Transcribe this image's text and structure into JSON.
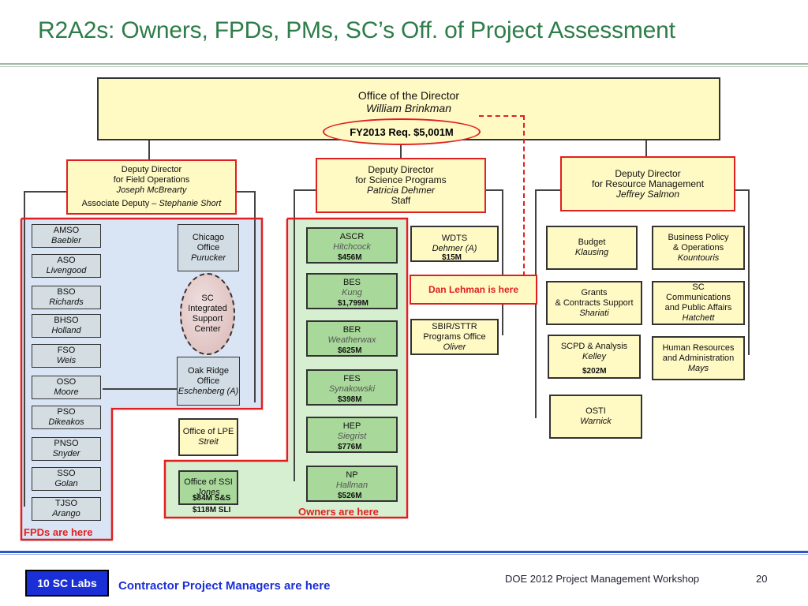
{
  "slide": {
    "title": "R2A2s: Owners, FPDs, PMs, SC’s Off. of Project Assessment",
    "footer": "DOE 2012 Project Management Workshop",
    "page": "20"
  },
  "director": {
    "title": "Office of the Director",
    "name": "William Brinkman",
    "budget": "FY2013 Req. $5,001M"
  },
  "deputies": {
    "field": {
      "line1": "Deputy Director",
      "line2": "for Field Operations",
      "name": "Joseph McBrearty",
      "assoc_label": "Associate Deputy – ",
      "assoc_name": "Stephanie Short"
    },
    "science": {
      "line1": "Deputy Director",
      "line2": "for Science Programs",
      "name": "Patricia Dehmer",
      "staff": "Staff"
    },
    "resource": {
      "line1": "Deputy Director",
      "line2": "for Resource Management",
      "name": "Jeffrey Salmon"
    }
  },
  "site_offices": [
    {
      "name": "AMSO",
      "person": "Baebler"
    },
    {
      "name": "ASO",
      "person": "Livengood"
    },
    {
      "name": "BSO",
      "person": "Richards"
    },
    {
      "name": "BHSO",
      "person": "Holland"
    },
    {
      "name": "FSO",
      "person": "Weis"
    },
    {
      "name": "OSO",
      "person": "Moore"
    },
    {
      "name": "PSO",
      "person": "Dikeakos"
    },
    {
      "name": "PNSO",
      "person": "Snyder"
    },
    {
      "name": "SSO",
      "person": "Golan"
    },
    {
      "name": "TJSO",
      "person": "Arango"
    }
  ],
  "field_other": {
    "chicago": {
      "line1": "Chicago",
      "line2": "Office",
      "person": "Purucker"
    },
    "sc_isc": {
      "line1": "SC",
      "line2": "Integrated",
      "line3": "Support",
      "line4": "Center"
    },
    "oak_ridge": {
      "line1": "Oak Ridge",
      "line2": "Office",
      "person": "Eschenberg (A)"
    },
    "lpe": {
      "line1": "Office of LPE",
      "person": "Streit"
    },
    "ssi": {
      "line1": "Office of SSI",
      "person": "Jones",
      "amt1": "$84M S&S",
      "amt2": "$118M SLI"
    }
  },
  "programs": [
    {
      "name": "ASCR",
      "person": "Hitchcock",
      "amount": "$456M"
    },
    {
      "name": "BES",
      "person": "Kung",
      "amount": "$1,799M"
    },
    {
      "name": "BER",
      "person": "Weatherwax",
      "amount": "$625M"
    },
    {
      "name": "FES",
      "person": "Synakowski",
      "amount": "$398M"
    },
    {
      "name": "HEP",
      "person": "Siegrist",
      "amount": "$776M"
    },
    {
      "name": "NP",
      "person": "Hallman",
      "amount": "$526M"
    }
  ],
  "science_other": {
    "wdts": {
      "name": "WDTS",
      "person": "Dehmer (A)",
      "amount": "$15M"
    },
    "sbir": {
      "line1": "SBIR/STTR",
      "line2": "Programs Office",
      "person": "Oliver"
    }
  },
  "resource_offices": {
    "budget": {
      "line1": "Budget",
      "person": "Klausing"
    },
    "business": {
      "line1": "Business Policy",
      "line2": "& Operations",
      "person": "Kountouris"
    },
    "grants": {
      "line1": "Grants",
      "line2": "& Contracts Support",
      "person": "Shariati"
    },
    "sc_comm": {
      "line1": "SC",
      "line2": "Communications",
      "line3": "and Public Affairs",
      "person": "Hatchett"
    },
    "scpd": {
      "line1": "SCPD & Analysis",
      "person": "Kelley",
      "amount": "$202M"
    },
    "hr": {
      "line1": "Human Resources",
      "line2": "and Administration",
      "person": "Mays"
    },
    "osti": {
      "line1": "OSTI",
      "person": "Warnick"
    }
  },
  "annotations": {
    "dan": "Dan Lehman is here",
    "owners": "Owners are here",
    "fpds": "FPDs are here",
    "labs": "10 SC Labs",
    "cpm": "Contractor Project Managers are here"
  },
  "colors": {
    "accent_red": "#e02020",
    "title_green": "#2e7d4a",
    "footer_blue": "#1a2fd6",
    "box_yellow": "#fff9c4",
    "program_green": "#a8d89a"
  }
}
